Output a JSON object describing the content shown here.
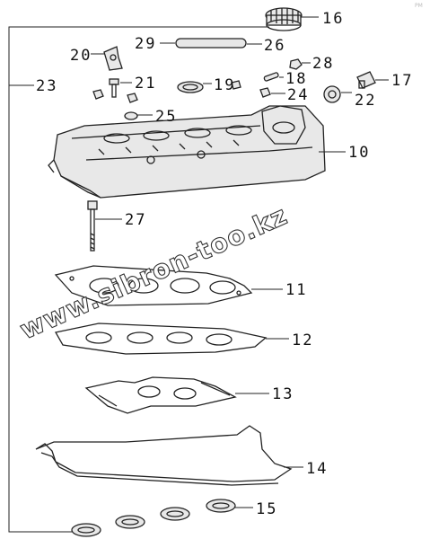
{
  "diagram": {
    "corner_mark": "PM",
    "watermark": "www.sibron-too.kz",
    "callouts": [
      {
        "id": "c10",
        "text": "10"
      },
      {
        "id": "c11",
        "text": "11"
      },
      {
        "id": "c12",
        "text": "12"
      },
      {
        "id": "c13",
        "text": "13"
      },
      {
        "id": "c14",
        "text": "14"
      },
      {
        "id": "c15",
        "text": "15"
      },
      {
        "id": "c16",
        "text": "16"
      },
      {
        "id": "c17",
        "text": "17"
      },
      {
        "id": "c18",
        "text": "18"
      },
      {
        "id": "c19",
        "text": "19"
      },
      {
        "id": "c20",
        "text": "20"
      },
      {
        "id": "c21",
        "text": "21"
      },
      {
        "id": "c22",
        "text": "22"
      },
      {
        "id": "c23",
        "text": "23"
      },
      {
        "id": "c24",
        "text": "24"
      },
      {
        "id": "c25",
        "text": "25"
      },
      {
        "id": "c26",
        "text": "26"
      },
      {
        "id": "c27",
        "text": "27"
      },
      {
        "id": "c28",
        "text": "28"
      },
      {
        "id": "c29",
        "text": "29"
      }
    ]
  }
}
